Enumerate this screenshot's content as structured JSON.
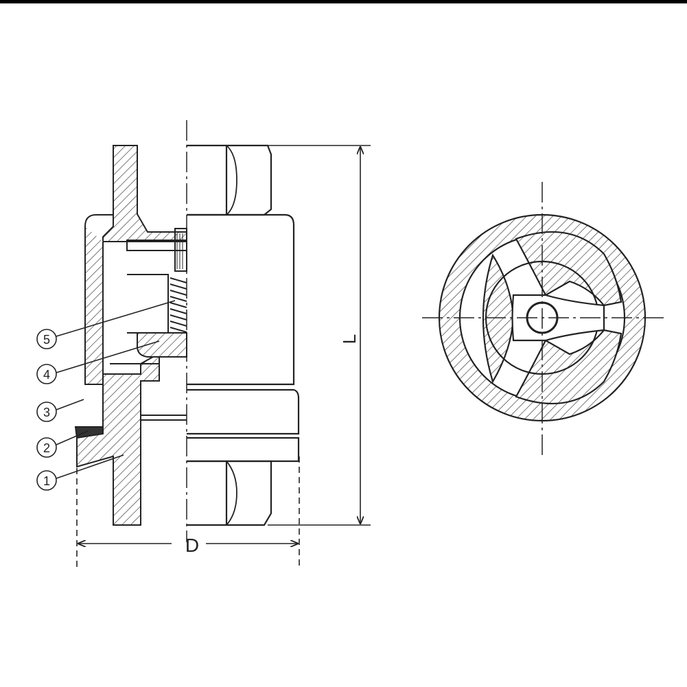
{
  "labels": {
    "dimension_length": "L",
    "dimension_diameter": "D"
  },
  "callouts": [
    {
      "number": "5"
    },
    {
      "number": "4"
    },
    {
      "number": "3"
    },
    {
      "number": "2"
    },
    {
      "number": "1"
    }
  ],
  "colors": {
    "line": "#222222",
    "background": "#ffffff"
  }
}
